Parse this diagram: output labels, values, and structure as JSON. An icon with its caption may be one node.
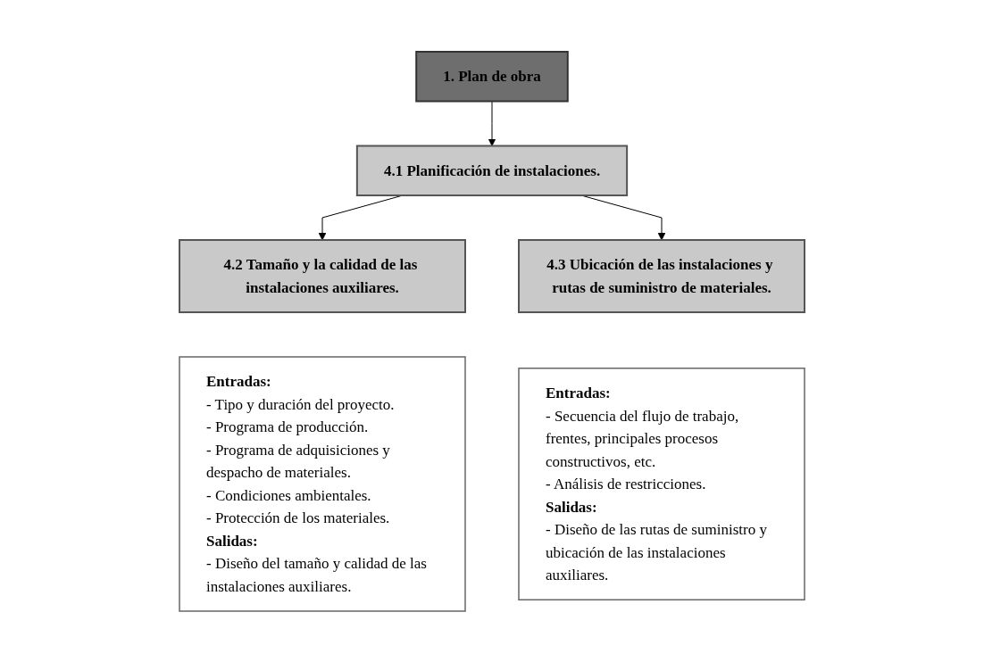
{
  "diagram": {
    "nodes": [
      {
        "text": [
          "1. Plan de obra"
        ]
      },
      {
        "text": [
          "4.1 Planificación de instalaciones."
        ]
      },
      {
        "text": [
          "4.2 Tamaño y la calidad de las instalaciones auxiliares."
        ]
      },
      {
        "text": [
          "4.3 Ubicación de las instalaciones y rutas de suministro de materiales."
        ]
      },
      {
        "text": [
          "Entradas:",
          "- Tipo y duración del proyecto.",
          "- Programa de producción.",
          "- Programa de adquisiciones y despacho de materiales.",
          "- Condiciones ambientales.",
          "- Protección de los materiales.",
          "Salidas:",
          "- Diseño del tamaño y calidad de las instalaciones auxiliares."
        ]
      },
      {
        "text": [
          "Entradas:",
          "- Secuencia del flujo de trabajo, frentes, principales procesos constructivos, etc.",
          "- Análisis de restricciones.",
          "Salidas:",
          "- Diseño de las rutas de suministro y ubicación de las instalaciones auxiliares."
        ]
      }
    ],
    "edges": [
      {
        "from": 0,
        "to": 1,
        "arrow": "to"
      },
      {
        "from": 1,
        "to": 2,
        "arrow": "to"
      },
      {
        "from": 1,
        "to": 3,
        "arrow": "to"
      }
    ]
  }
}
